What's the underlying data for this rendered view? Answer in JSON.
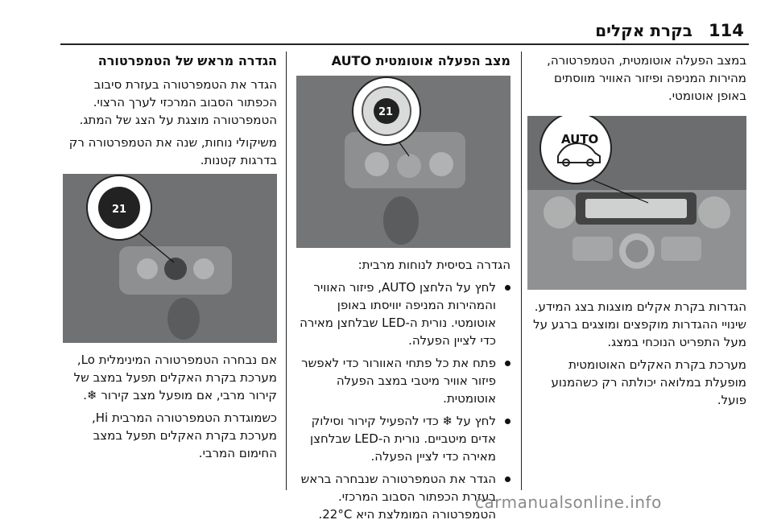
{
  "header": {
    "page_number": "114",
    "section_title": "בקרת אקלים"
  },
  "right_column": {
    "intro": "במצב הפעלה אוטומטית, הטמפרטורה, מהירות המניפה ופיזור האוויר מווסתים באופן אוטומטי.",
    "figure_label": "AUTO",
    "para1": "הגדרות בקרת אקלים מוצגות בצג המידע. שינויי ההגדרות מוקפצים ומוצגים ברגע על מעל התפריט הנוכחי במצג.",
    "para2": "מערכת בקרת האקלים האוטומטית מופעלת במלואה יכולתה רק כשהמנוע פועל."
  },
  "middle_column": {
    "title": "מצב הפעלה אוטומטית AUTO",
    "figure_display": "21",
    "list_intro": "הגדרה בסיסית לנוחות מרבית:",
    "bullets": [
      "לחץ על הלחצן AUTO, פיזור האוויר והמהירות המניפה יוויסתו באופן אוטומטי. נורית ה-LED שבלחצן מאירה כדי לציין הפעלה.",
      "פתח את כל פתחי האוורור כדי לאפשר פיזור אוויר מיטבי במצב הפעלה אוטומטית.",
      "לחץ על ❄ כדי להפעיל קירור וסילוק אדים מיטביים. נורית ה-LED שבלחצן מאירה כדי לציין הפעלה.",
      "הגדר את הטמפרטורה שנבחרה בראש בעזרת הכפתור הסבוב המרכזי. הטמפרטורה המומלצת היא 22°C."
    ]
  },
  "left_column": {
    "title": "הגדרה מראש של הטמפרטורה",
    "para1": "הגדר את הטמפרטורה בעזרת סיבוב הכפתור הסבוב המרכזי לערך הרצוי. הטמפרטורה מוצגת על הצג של המתג.",
    "para2": "משיקולי נוחות, שנה את הטמפרטורה רק בדרגות קטנות.",
    "figure_display": "21",
    "para3": "אם נבחרה הטמפרטורה המינימלית Lo, מערכת בקרת האקלים תפעל במצב של קירור מרבי, אם מופעל מצב קירור ❄.",
    "para4": "כשמוגדרת הטמפרטורה המרבית Hi, מערכת בקרת האקלים תפעל במצב החימום המרבי."
  },
  "watermark": "carmanualsonline.info",
  "colors": {
    "text": "#111111",
    "photo_bg": "#6e7071",
    "watermark": "#8a8a8a"
  }
}
